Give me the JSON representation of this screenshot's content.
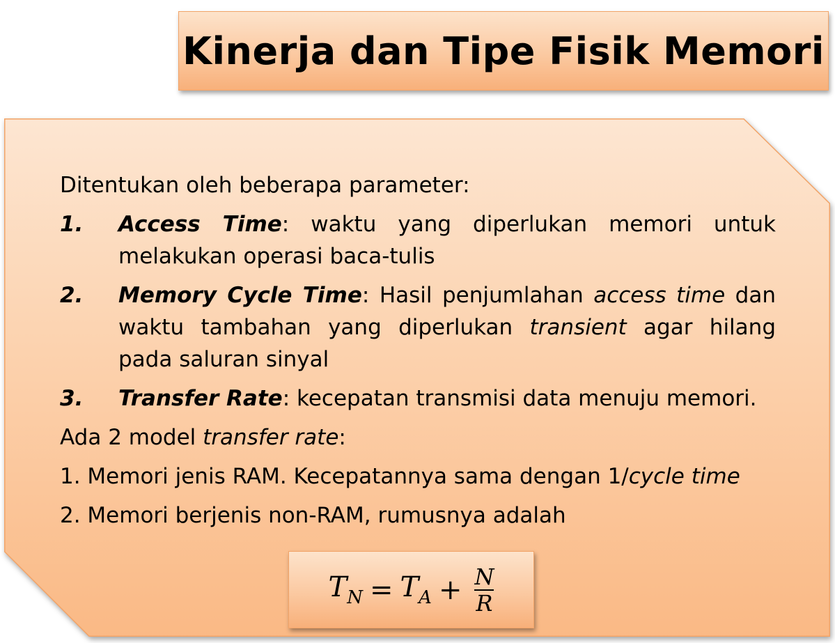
{
  "title": "Kinerja dan Tipe Fisik Memori",
  "intro": "Ditentukan oleh beberapa parameter:",
  "parameters": [
    {
      "number": "1.",
      "term": "Access Time",
      "separator": ": ",
      "text_parts": [
        {
          "t": "waktu yang diperlukan memori untuk melakukan operasi baca-tulis",
          "i": false
        }
      ]
    },
    {
      "number": "2.",
      "term": "Memory Cycle Time",
      "separator": ": ",
      "text_parts": [
        {
          "t": "Hasil penjumlahan ",
          "i": false
        },
        {
          "t": "access time",
          "i": true
        },
        {
          "t": " dan waktu tambahan yang diperlukan ",
          "i": false
        },
        {
          "t": "transient",
          "i": true
        },
        {
          "t": " agar hilang pada saluran sinyal",
          "i": false
        }
      ]
    },
    {
      "number": "3.",
      "term": "Transfer Rate",
      "separator": ": ",
      "text_parts": [
        {
          "t": "kecepatan transmisi data menuju memori.",
          "i": false
        }
      ]
    }
  ],
  "models_intro_prefix": "Ada 2 model ",
  "models_intro_term": "transfer rate",
  "models_intro_suffix": ":",
  "model_1_prefix": "1. Memori jenis RAM. Kecepatannya sama dengan 1/",
  "model_1_term": "cycle time",
  "model_2": "2. Memori berjenis non-RAM, rumusnya adalah",
  "formula": {
    "lhs": "T",
    "lhs_sub": "N",
    "eq": "=",
    "t": "T",
    "t_sub": "A",
    "plus": "+",
    "numerator": "N",
    "denominator": "R"
  }
}
